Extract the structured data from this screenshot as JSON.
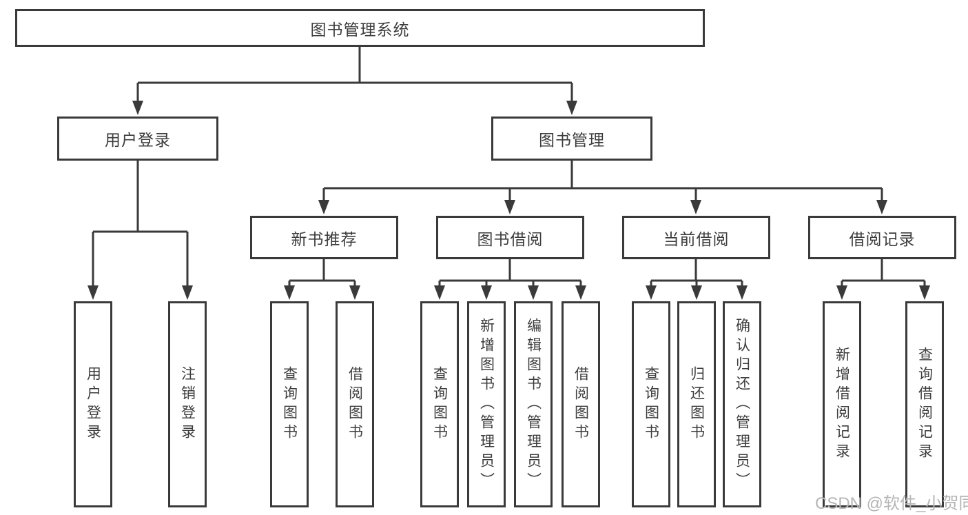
{
  "colors": {
    "line": "#3a3a3a",
    "box_border": "#3a3a3a",
    "text": "#3d3d3d",
    "background": "#ffffff",
    "watermark": "#b5b5b5"
  },
  "tree": {
    "root": {
      "label": "图书管理系统"
    },
    "branches": [
      {
        "label": "用户登录",
        "leaves": [
          {
            "label": "用户登录"
          },
          {
            "label": "注销登录"
          }
        ]
      },
      {
        "label": "图书管理",
        "groups": [
          {
            "label": "新书推荐",
            "leaves": [
              {
                "label": "查询图书"
              },
              {
                "label": "借阅图书"
              }
            ]
          },
          {
            "label": "图书借阅",
            "leaves": [
              {
                "label": "查询图书"
              },
              {
                "label": "新增图书（管理员）"
              },
              {
                "label": "编辑图书（管理员）"
              },
              {
                "label": "借阅图书"
              }
            ]
          },
          {
            "label": "当前借阅",
            "leaves": [
              {
                "label": "查询图书"
              },
              {
                "label": "归还图书"
              },
              {
                "label": "确认归还（管理员）"
              }
            ]
          },
          {
            "label": "借阅记录",
            "leaves": [
              {
                "label": "新增借阅记录"
              },
              {
                "label": "查询借阅记录"
              }
            ]
          }
        ]
      }
    ]
  },
  "watermark": {
    "text": "CSDN @软件_小贺同学"
  }
}
